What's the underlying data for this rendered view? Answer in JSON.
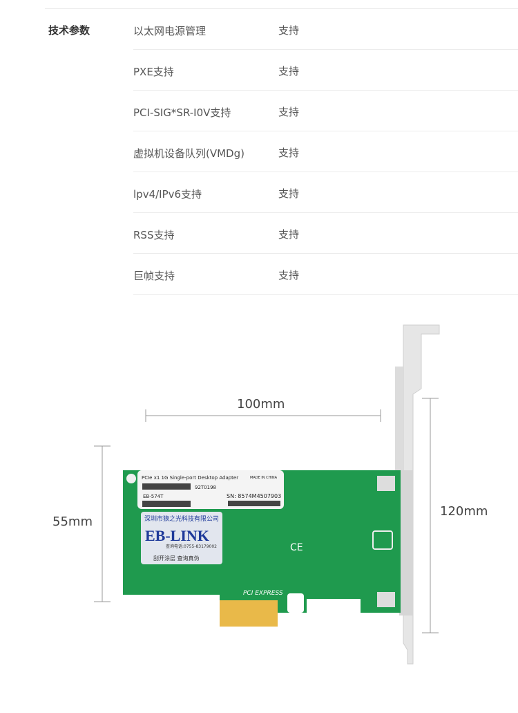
{
  "section_label": "技术参数",
  "rows": [
    {
      "name": "以太网电源管理",
      "value": "支持"
    },
    {
      "name": "PXE支持",
      "value": "支持"
    },
    {
      "name": "PCI-SIG*SR-I0V支持",
      "value": "支持"
    },
    {
      "name": "虚拟机设备队列(VMDg)",
      "value": "支持"
    },
    {
      "name": "lpv4/IPv6支持",
      "value": "支持"
    },
    {
      "name": "RSS支持",
      "value": "支持"
    },
    {
      "name": "巨帧支持",
      "value": "支持"
    }
  ],
  "dimensions": {
    "width": "100mm",
    "height": "55mm",
    "bracket_height": "120mm"
  },
  "label": {
    "title": "PCIe x1 1G Single-port Desktop Adapter",
    "origin": "MADE IN CHINA",
    "part": "92T0198",
    "model": "EB-574T",
    "sn": "SN: 8574M4507903"
  },
  "sticker": {
    "company": "深圳市狼之光科技有限公司",
    "brand": "EB-LINK",
    "phone": "查询电话:0755-83179002",
    "scratch": "刮开涂层  查询真伪"
  },
  "colors": {
    "pcb": "#1f9a4e",
    "brand": "#1f3a9a"
  }
}
